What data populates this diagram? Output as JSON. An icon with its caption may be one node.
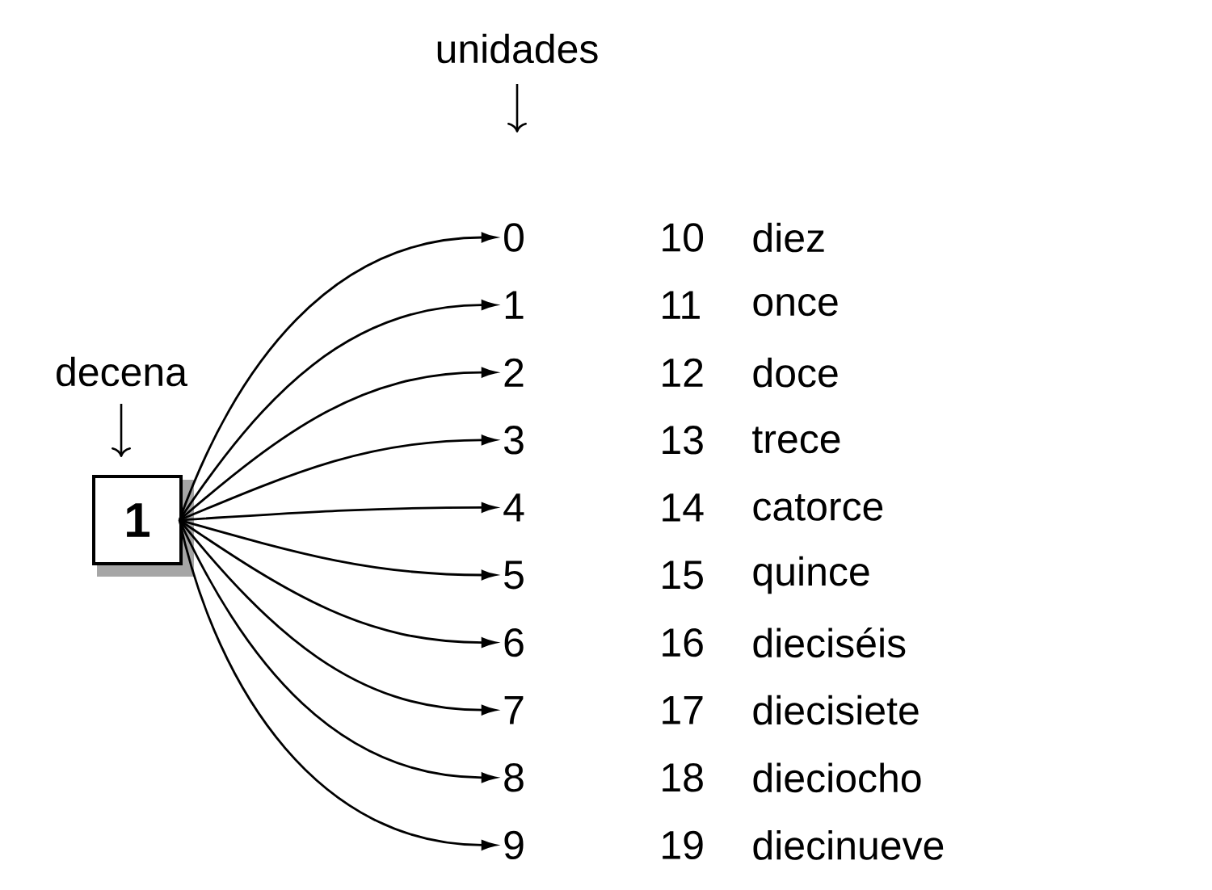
{
  "diagram": {
    "nodes": [
      {
        "text": [
          "1"
        ]
      },
      {
        "text": [
          "0"
        ]
      },
      {
        "text": [
          "1"
        ]
      },
      {
        "text": [
          "2"
        ]
      },
      {
        "text": [
          "3"
        ]
      },
      {
        "text": [
          "4"
        ]
      },
      {
        "text": [
          "5"
        ]
      },
      {
        "text": [
          "6"
        ]
      },
      {
        "text": [
          "7"
        ]
      },
      {
        "text": [
          "8"
        ]
      },
      {
        "text": [
          "9"
        ]
      }
    ],
    "edges": [
      {
        "from": 0,
        "to": 1,
        "arrow": "to"
      },
      {
        "from": 0,
        "to": 2,
        "arrow": "to"
      },
      {
        "from": 0,
        "to": 3,
        "arrow": "to"
      },
      {
        "from": 0,
        "to": 4,
        "arrow": "to"
      },
      {
        "from": 0,
        "to": 5,
        "arrow": "to"
      },
      {
        "from": 0,
        "to": 6,
        "arrow": "to"
      },
      {
        "from": 0,
        "to": 7,
        "arrow": "to"
      },
      {
        "from": 0,
        "to": 8,
        "arrow": "to"
      },
      {
        "from": 0,
        "to": 9,
        "arrow": "to"
      },
      {
        "from": 0,
        "to": 10,
        "arrow": "to"
      }
    ],
    "labels": [
      "unidades",
      "decena",
      "10",
      "diez",
      "11",
      "once",
      "12",
      "doce",
      "13",
      "trece",
      "14",
      "catorce",
      "15",
      "quince",
      "16",
      "dieciséis",
      "17",
      "diecisiete",
      "18",
      "dieciocho",
      "19",
      "diecinueve"
    ]
  }
}
